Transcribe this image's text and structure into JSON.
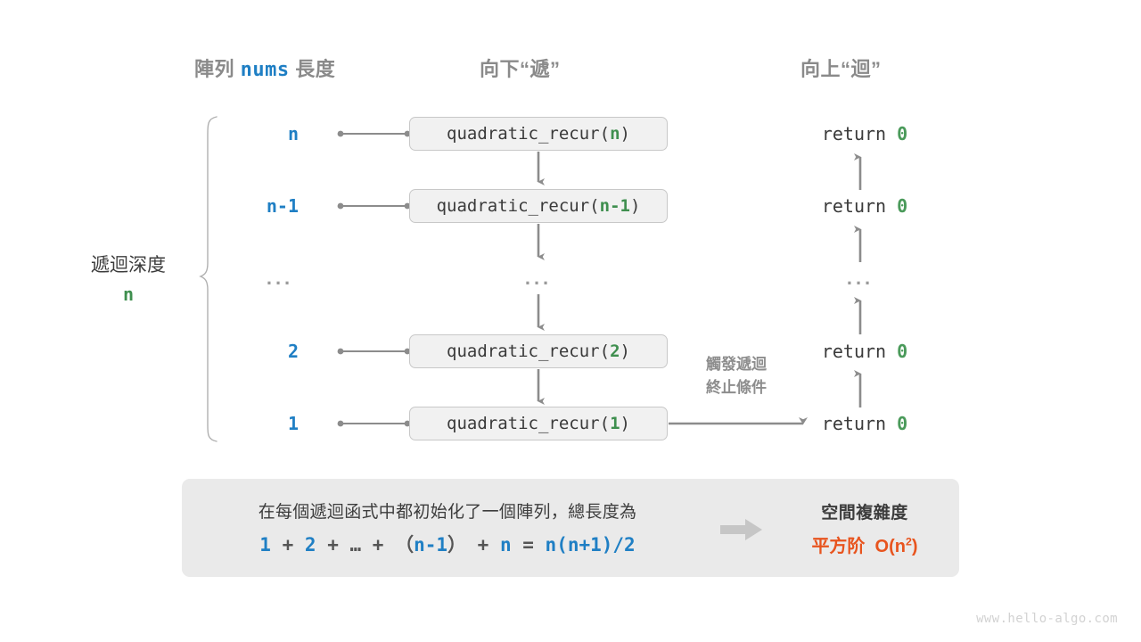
{
  "headers": {
    "array_label_pre": "陣列 ",
    "array_label_mono": "nums",
    "array_label_post": " 長度",
    "down": "向下“遞”",
    "up": "向上“迴”"
  },
  "depth": {
    "title": "遞迴深度",
    "value": "n"
  },
  "levels": [
    {
      "index": "n",
      "call_prefix": "quadratic_recur(",
      "call_arg": "n",
      "call_suffix": ")",
      "ret_prefix": "return ",
      "ret_value": "0"
    },
    {
      "index": "n-1",
      "call_prefix": "quadratic_recur(",
      "call_arg": "n-1",
      "call_suffix": ")",
      "ret_prefix": "return ",
      "ret_value": "0"
    },
    {
      "index": "...",
      "call_prefix": "...",
      "call_arg": "",
      "call_suffix": "",
      "ret_prefix": "...",
      "ret_value": ""
    },
    {
      "index": "2",
      "call_prefix": "quadratic_recur(",
      "call_arg": "2",
      "call_suffix": ")",
      "ret_prefix": "return ",
      "ret_value": "0"
    },
    {
      "index": "1",
      "call_prefix": "quadratic_recur(",
      "call_arg": "1",
      "call_suffix": ")",
      "ret_prefix": "return ",
      "ret_value": "0"
    }
  ],
  "trigger_note": {
    "line1": "觸發遞迴",
    "line2": "終止條件"
  },
  "summary": {
    "text": "在每個遞迴函式中都初始化了一個陣列，總長度為",
    "formula_parts": [
      {
        "t": "1",
        "k": "num"
      },
      {
        "t": " + ",
        "k": "op"
      },
      {
        "t": "2",
        "k": "num"
      },
      {
        "t": " + ",
        "k": "op"
      },
      {
        "t": "…",
        "k": "op"
      },
      {
        "t": " + ",
        "k": "op"
      },
      {
        "t": "（",
        "k": "op"
      },
      {
        "t": "n-1",
        "k": "num"
      },
      {
        "t": "）",
        "k": "op"
      },
      {
        "t": " + ",
        "k": "op"
      },
      {
        "t": "n",
        "k": "num"
      },
      {
        "t": " = ",
        "k": "op"
      },
      {
        "t": "n(n+1)/2",
        "k": "num"
      }
    ],
    "formula_plain": "1 + 2 + … + （n-1） + n = n(n+1)/2",
    "complexity_title": "空間複雜度",
    "complexity_value_prefix": "平方阶  O(n",
    "complexity_value_sup": "2",
    "complexity_value_suffix": ")"
  },
  "watermark": "www.hello-algo.com",
  "colors": {
    "blue": "#1f7fc4",
    "green": "#3f8f4f",
    "orange": "#e8541e",
    "gray_text": "#8a8a8a",
    "dark_text": "#3c3c3c",
    "box_fill": "#f1f1f1",
    "box_border": "#c8c8c8",
    "panel_fill": "#eaeaea",
    "wire": "#8c8c8c"
  }
}
